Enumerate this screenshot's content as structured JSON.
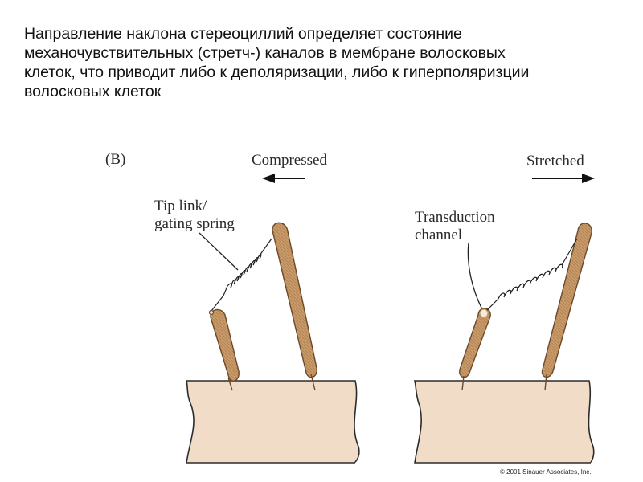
{
  "heading": {
    "lines": [
      "Направление наклона стереоциллий определяет состояние",
      "механочувствительных (стретч-) каналов в мембране волосковых",
      "клеток, что приводит либо к деполяризации, либо к гиперполяризции",
      "волосковых клеток"
    ]
  },
  "figure": {
    "panel_label": "(B)",
    "left": {
      "state": "Compressed",
      "arrow_direction": "left",
      "callout_line1": "Tip link/",
      "callout_line2": "gating spring"
    },
    "right": {
      "state": "Stretched",
      "arrow_direction": "right",
      "callout_line1": "Transduction",
      "callout_line2": "channel"
    },
    "copyright": "© 2001 Sinauer Associates, Inc.",
    "colors": {
      "cell_body": "#f1dcc8",
      "stereocilia_fill": "#c99a68",
      "stereocilia_stroke": "#6b4a2b",
      "outline": "#2b2b2b"
    }
  }
}
